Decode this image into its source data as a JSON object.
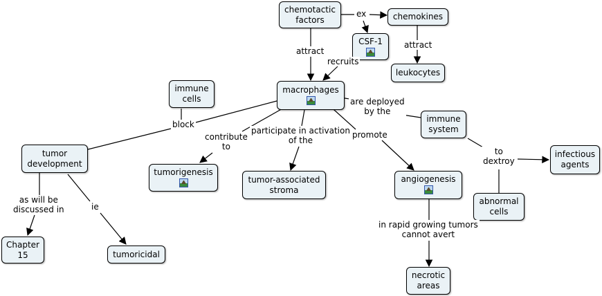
{
  "nodes": {
    "chemotactic_factors": "chemotactic\nfactors",
    "chemokines": "chemokines",
    "csf1": "CSF-1",
    "leukocytes": "leukocytes",
    "macrophages": "macrophages",
    "immune_cells": "immune\ncells",
    "immune_system": "immune\nsystem",
    "infectious_agents": "infectious\nagents",
    "tumor_development": "tumor\ndevelopment",
    "tumorigenesis": "tumorigenesis",
    "tumor_associated_stroma": "tumor-associated\nstroma",
    "angiogenesis": "angiogenesis",
    "abnormal_cells": "abnormal\ncells",
    "chapter15": "Chapter\n15",
    "tumoricidal": "tumoricidal",
    "necrotic_areas": "necrotic\nareas"
  },
  "links": {
    "ex": "ex",
    "attract1": "attract",
    "attract2": "attract",
    "recruits": "recruits",
    "are_deployed_by_the": "are deployed\nby the",
    "block": "block",
    "contribute_to": "contribute\nto",
    "participate": "participate in activation\nof the",
    "promote": "promote",
    "to_dextroy": "to\ndextroy",
    "as_will_be": "as will be\ndiscussed in",
    "ie": "ie",
    "rapid": "in rapid growing tumors\ncannot avert"
  },
  "icons": [
    "image-resource-icon"
  ]
}
